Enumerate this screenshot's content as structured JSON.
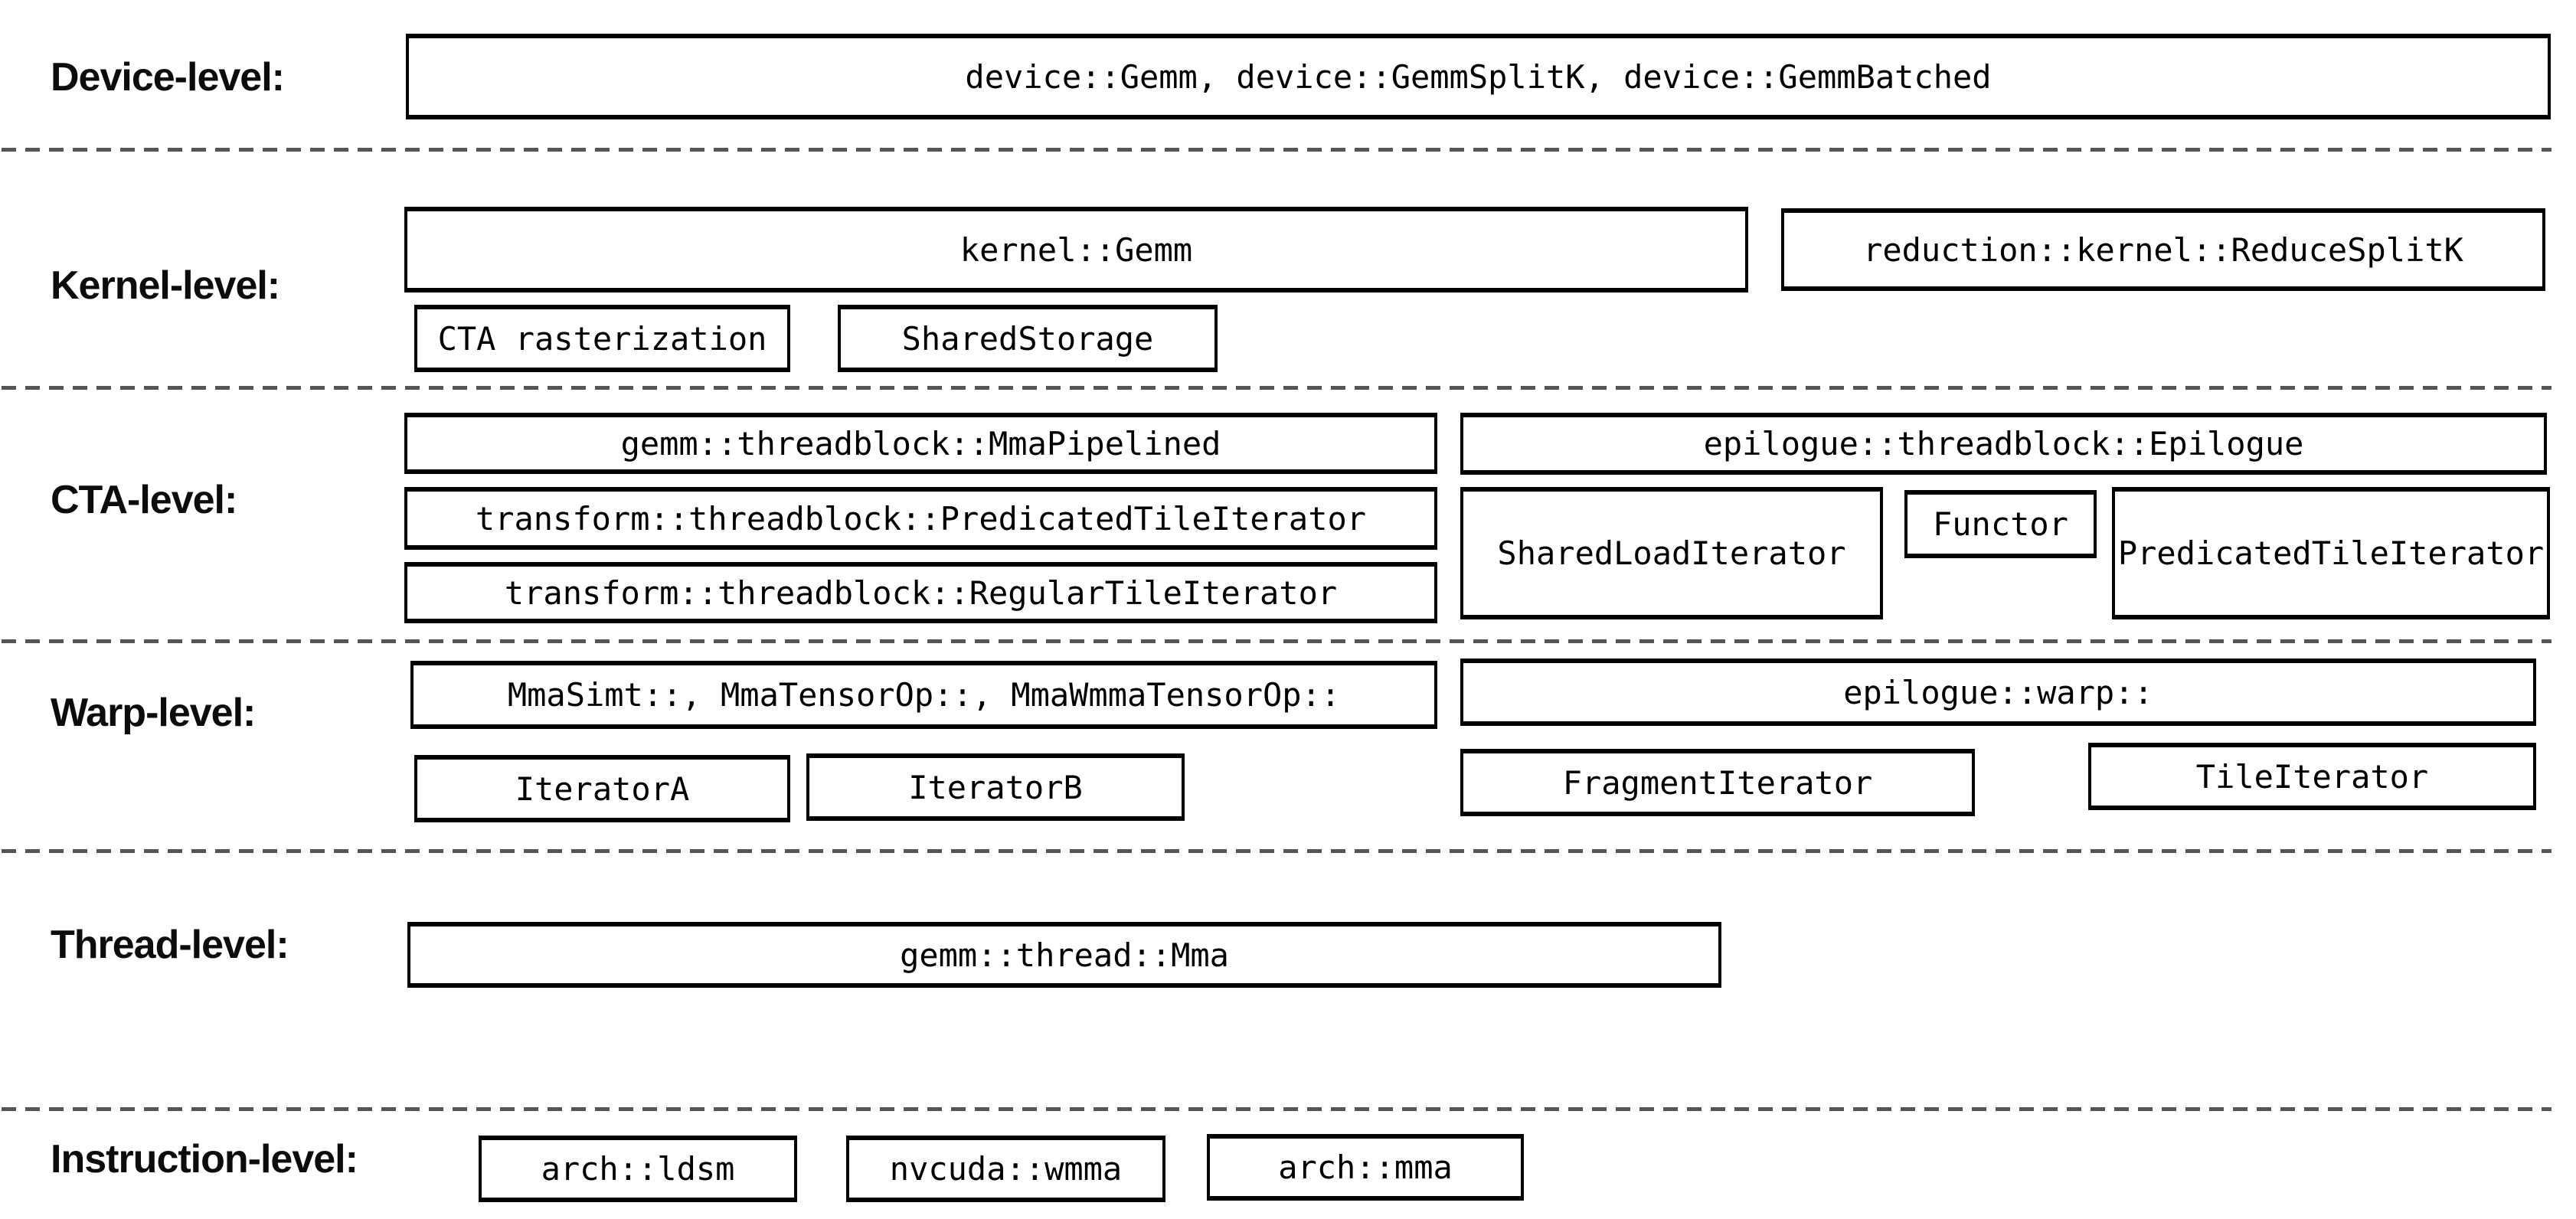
{
  "figure": {
    "background": "#ffffff",
    "box_border_color": "#000000",
    "box_text_color": "#000000",
    "separator_color": "#555555",
    "label_color": "#0c0c0c"
  },
  "levels": {
    "device": {
      "label": "Device-level:",
      "main_box": "device::Gemm, device::GemmSplitK, device::GemmBatched"
    },
    "kernel": {
      "label": "Kernel-level:",
      "gemm_box": "kernel::Gemm",
      "reduce_box": "reduction::kernel::ReduceSplitK",
      "cta_rasterization_box": "CTA rasterization",
      "shared_storage_box": "SharedStorage"
    },
    "cta": {
      "label": "CTA-level:",
      "mma_pipelined_box": "gemm::threadblock::MmaPipelined",
      "predicated_tile_iterator_box": "transform::threadblock::PredicatedTileIterator",
      "regular_tile_iterator_box": "transform::threadblock::RegularTileIterator",
      "epilogue_box": "epilogue::threadblock::Epilogue",
      "shared_load_iterator_box": "SharedLoadIterator",
      "functor_box": "Functor",
      "epilogue_predicated_tile_iterator_box": "PredicatedTileIterator"
    },
    "warp": {
      "label": "Warp-level:",
      "mma_box": "MmaSimt::, MmaTensorOp::, MmaWmmaTensorOp::",
      "iterator_a_box": "IteratorA",
      "iterator_b_box": "IteratorB",
      "epilogue_box": "epilogue::warp::",
      "fragment_iterator_box": "FragmentIterator",
      "tile_iterator_box": "TileIterator"
    },
    "thread": {
      "label": "Thread-level:",
      "mma_box": "gemm::thread::Mma"
    },
    "instruction": {
      "label": "Instruction-level:",
      "ldsm_box": "arch::ldsm",
      "wmma_box": "nvcuda::wmma",
      "mma_box": "arch::mma"
    }
  }
}
